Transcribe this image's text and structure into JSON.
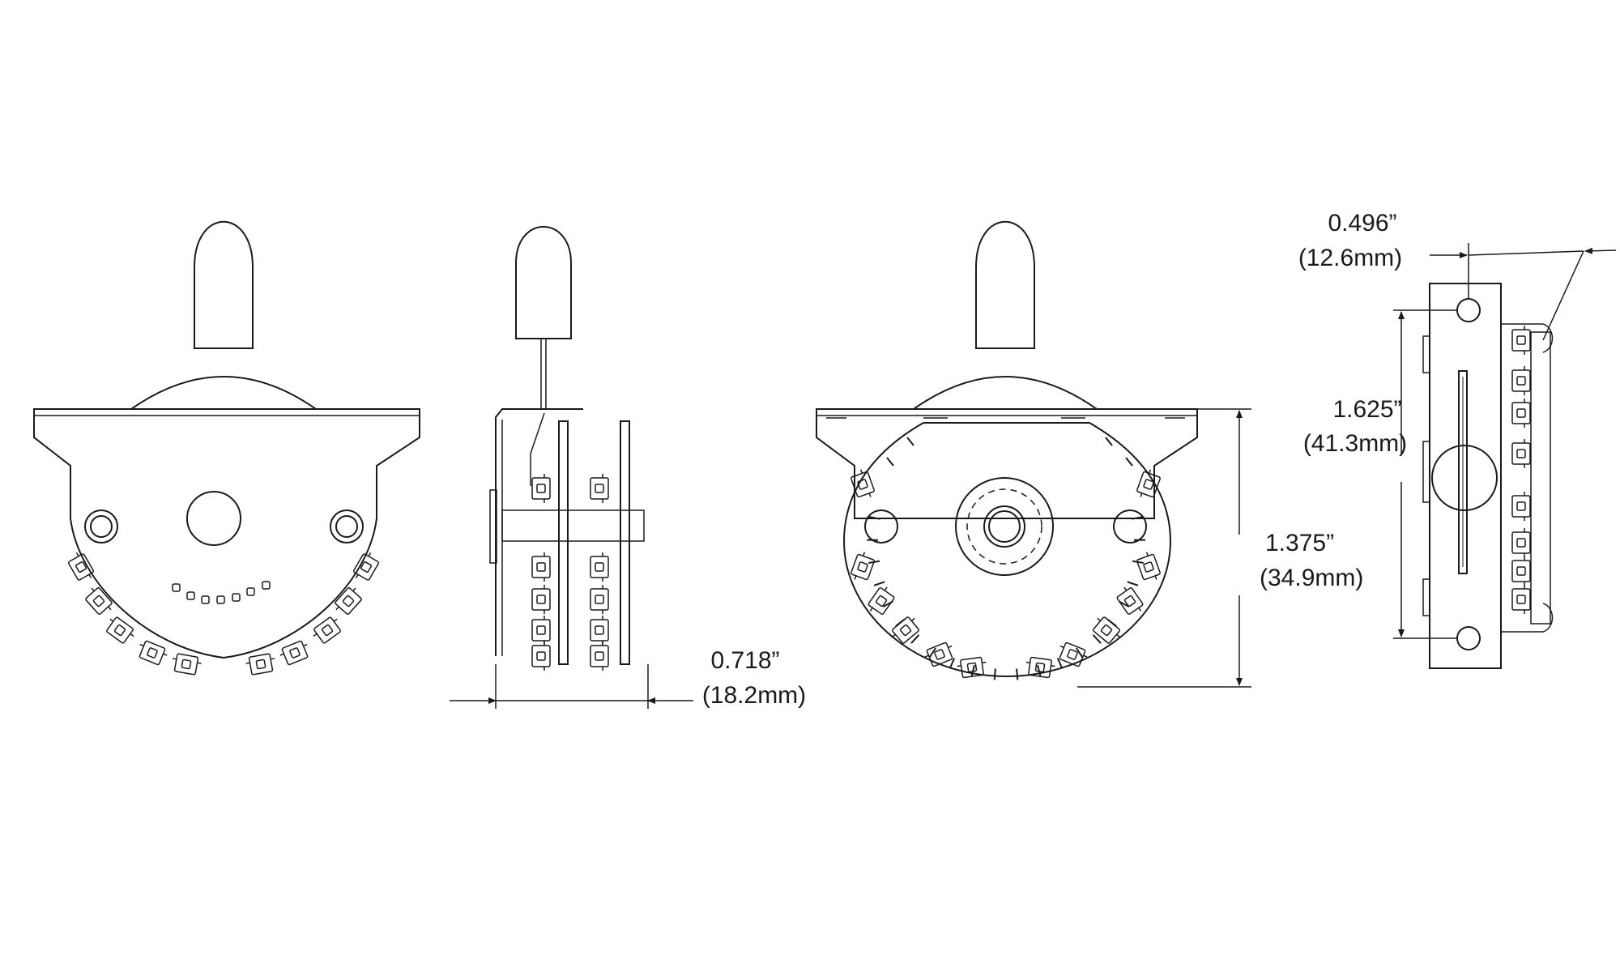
{
  "dimensions": {
    "depth": {
      "inch": "0.718”",
      "mm": "(18.2mm)"
    },
    "height": {
      "inch": "1.375”",
      "mm": "(34.9mm)"
    },
    "mount_spacing": {
      "inch": "1.625”",
      "mm": "(41.3mm)"
    },
    "plate_width": {
      "inch": "0.496”",
      "mm": "(12.6mm)"
    }
  },
  "style": {
    "line_color": "#1a1a1a",
    "background": "#ffffff"
  }
}
